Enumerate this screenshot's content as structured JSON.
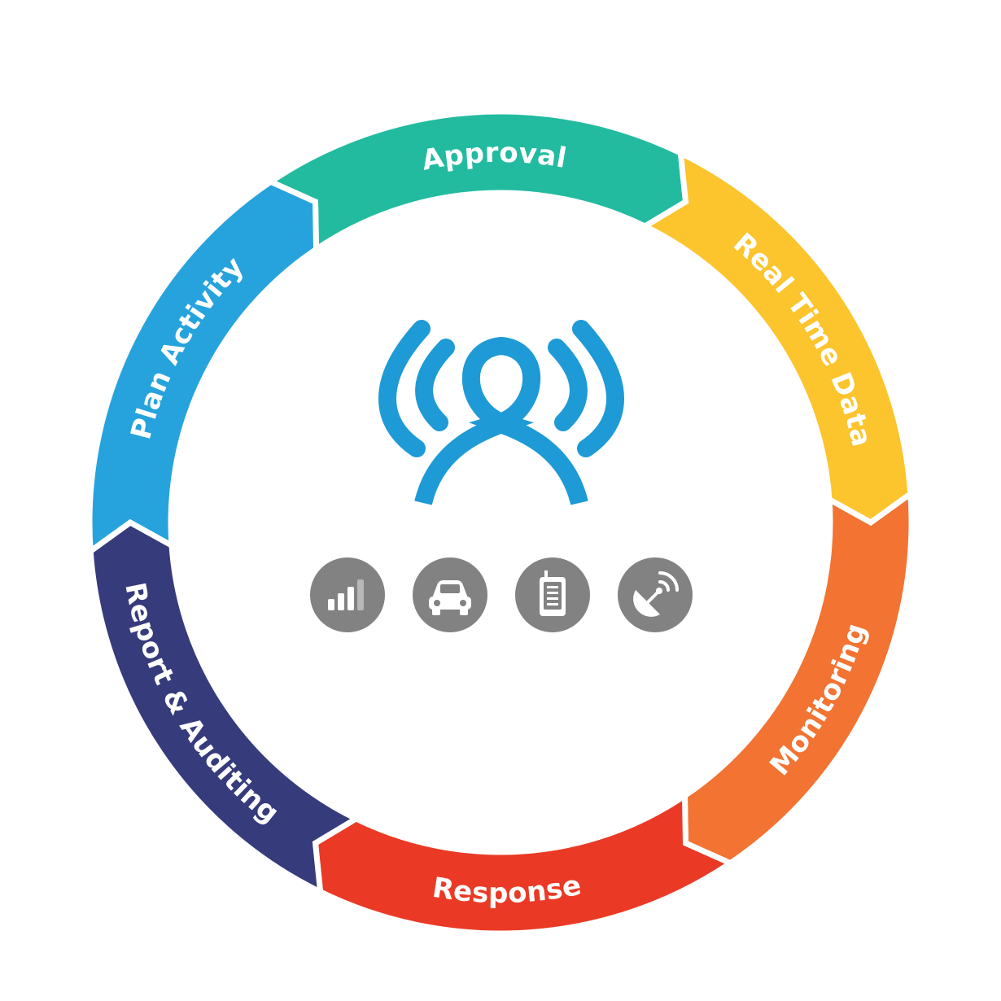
{
  "diagram": {
    "type": "cycle",
    "segments": [
      {
        "id": "approval",
        "label": "Approval",
        "color": "#22BBA0"
      },
      {
        "id": "real-time-data",
        "label": "Real Time Data",
        "color": "#FCC42D"
      },
      {
        "id": "monitoring",
        "label": "Monitoring",
        "color": "#F27332"
      },
      {
        "id": "response",
        "label": "Response",
        "color": "#EA3A26"
      },
      {
        "id": "report-auditing",
        "label": "Report & Auditing",
        "color": "#363B7C"
      },
      {
        "id": "plan-activity",
        "label": "Plan Activity",
        "color": "#26A3DD"
      }
    ],
    "center_logo": {
      "icon": "broadcast-person-icon",
      "color": "#1E9AD6"
    },
    "center_icons": [
      {
        "icon": "signal-bars-icon",
        "color": "#828282"
      },
      {
        "icon": "car-icon",
        "color": "#828282"
      },
      {
        "icon": "radio-device-icon",
        "color": "#828282"
      },
      {
        "icon": "satellite-dish-icon",
        "color": "#828282"
      }
    ]
  }
}
